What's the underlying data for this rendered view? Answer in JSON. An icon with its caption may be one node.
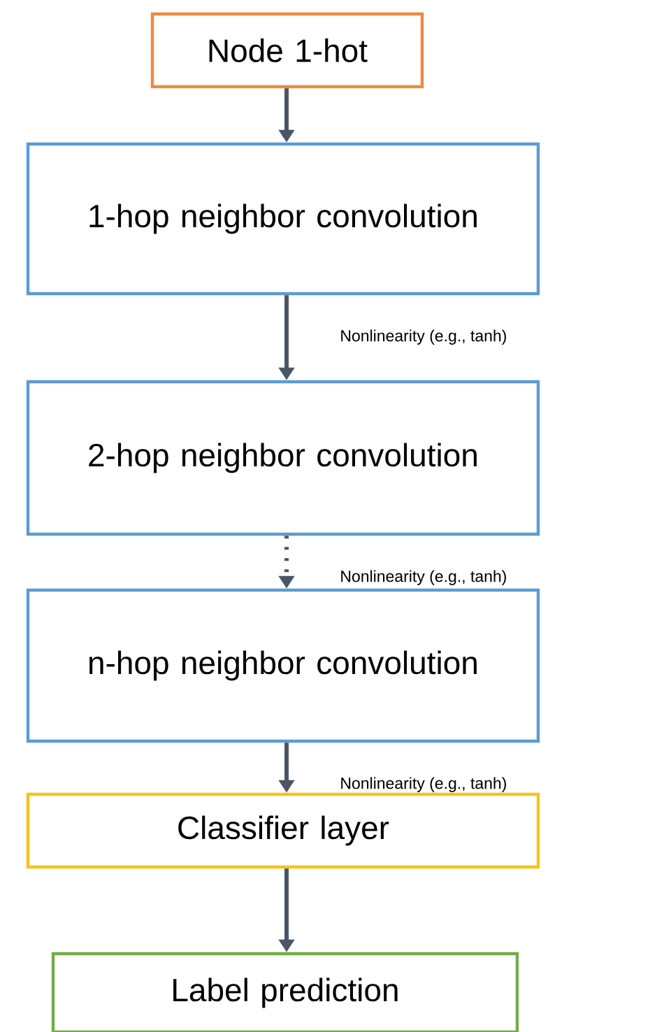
{
  "diagram": {
    "nodes": [
      {
        "text": [
          "Node 1-hot"
        ]
      },
      {
        "text": [
          "1-hop neighbor convolution"
        ]
      },
      {
        "text": [
          "2-hop neighbor convolution"
        ]
      },
      {
        "text": [
          "n-hop neighbor convolution"
        ]
      },
      {
        "text": [
          "Classifier layer"
        ]
      },
      {
        "text": [
          "Label prediction"
        ]
      }
    ],
    "edges": [
      {
        "from": 0,
        "to": 1,
        "arrow": "to"
      },
      {
        "from": 1,
        "to": 2,
        "arrow": "to",
        "label": "Nonlinearity (e.g., tanh)"
      },
      {
        "from": 2,
        "to": 3,
        "arrow": "to",
        "label": "Nonlinearity (e.g., tanh)",
        "style": "dashed"
      },
      {
        "from": 3,
        "to": 4,
        "arrow": "to",
        "label": "Nonlinearity (e.g., tanh)"
      },
      {
        "from": 4,
        "to": 5,
        "arrow": "to"
      }
    ]
  }
}
